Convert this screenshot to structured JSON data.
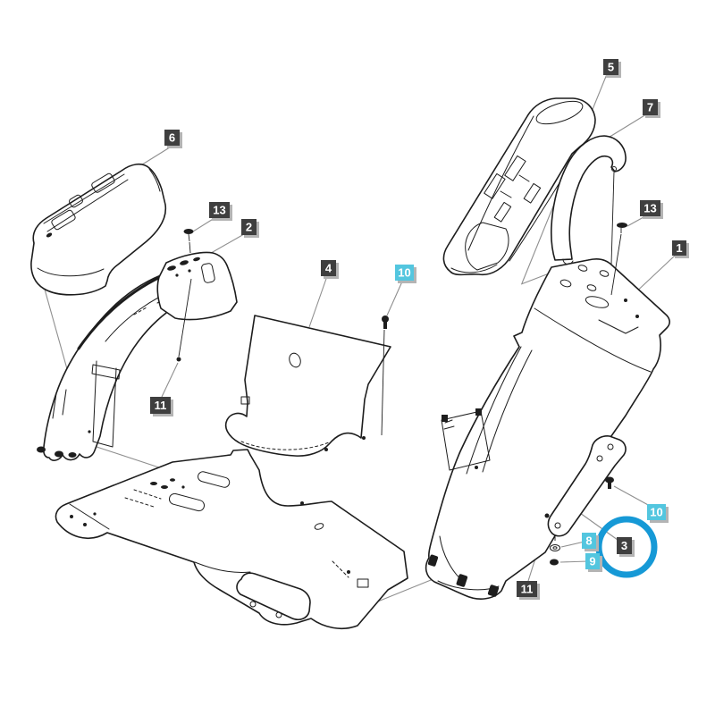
{
  "document": {
    "type": "exploded-parts-diagram",
    "subject": "fender-and-body-panel-assembly"
  },
  "colors": {
    "page_bg": "#ffffff",
    "line_art": "#1d1d1d",
    "leader_line": "#8f8f8f",
    "label_dark": "#3f3f3f",
    "label_cyan": "#53c6df",
    "label_text": "#ffffff",
    "label_shadow": "#b4b4b4",
    "highlight_circle": "#1699d6"
  },
  "highlight": {
    "circled_label": "3"
  },
  "labels": [
    {
      "id": "6",
      "text": "6",
      "style": "dark"
    },
    {
      "id": "13-left",
      "text": "13",
      "style": "dark"
    },
    {
      "id": "2",
      "text": "2",
      "style": "dark"
    },
    {
      "id": "4",
      "text": "4",
      "style": "dark"
    },
    {
      "id": "10-center",
      "text": "10",
      "style": "cyan"
    },
    {
      "id": "5",
      "text": "5",
      "style": "dark"
    },
    {
      "id": "7",
      "text": "7",
      "style": "dark"
    },
    {
      "id": "13-right",
      "text": "13",
      "style": "dark"
    },
    {
      "id": "1",
      "text": "1",
      "style": "dark"
    },
    {
      "id": "11-left",
      "text": "11",
      "style": "dark"
    },
    {
      "id": "10-right",
      "text": "10",
      "style": "cyan"
    },
    {
      "id": "8",
      "text": "8",
      "style": "cyan"
    },
    {
      "id": "3",
      "text": "3",
      "style": "dark"
    },
    {
      "id": "9",
      "text": "9",
      "style": "cyan"
    },
    {
      "id": "11-bottom",
      "text": "11",
      "style": "dark"
    }
  ]
}
